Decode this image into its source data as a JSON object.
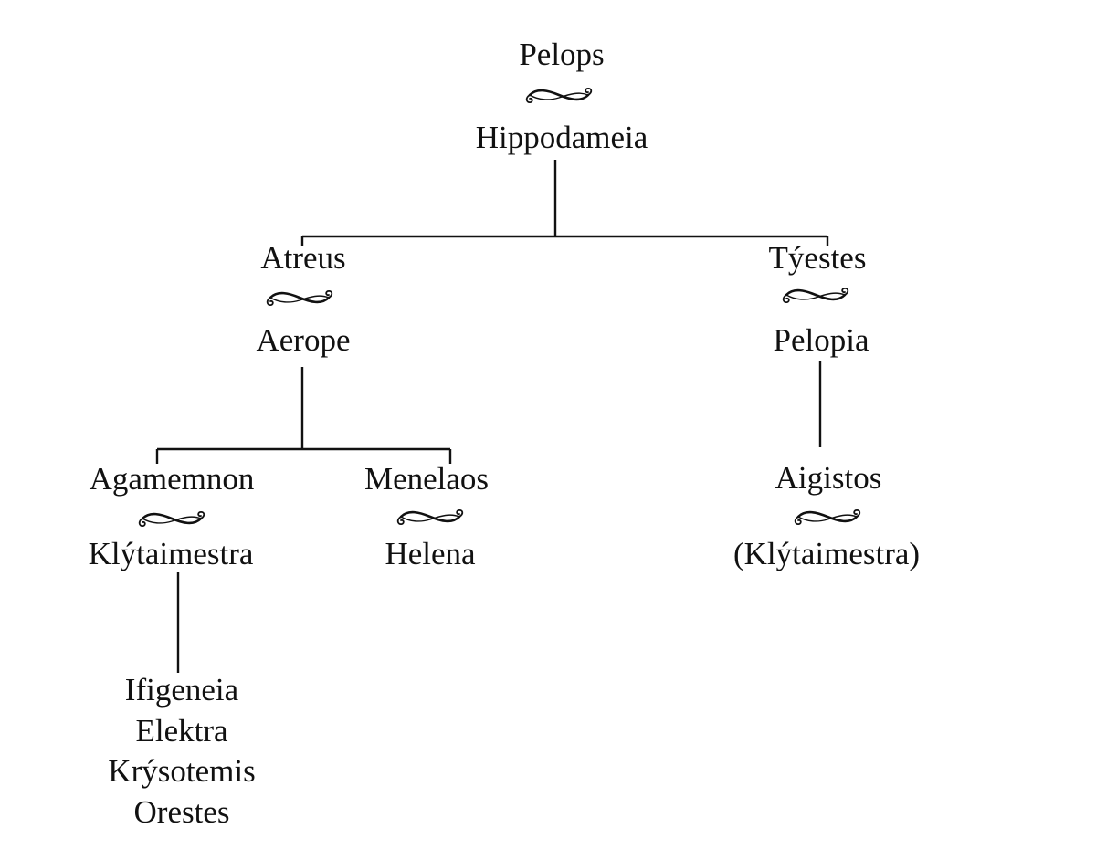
{
  "family_tree": {
    "pelops": "Pelops",
    "hippodameia": "Hippodameia",
    "atreus": "Atreus",
    "aerope": "Aerope",
    "tyestes": "Týestes",
    "pelopia": "Pelopia",
    "agamemnon": "Agamemnon",
    "klytaimestra": "Klýtaimestra",
    "menelaos": "Menelaos",
    "helena": "Helena",
    "aigistos": "Aigistos",
    "klytaimestra_paren": "(Klýtaimestra)",
    "children_of_agamemnon": [
      "Ifigeneia",
      "Elektra",
      "Krýsotemis",
      "Orestes"
    ]
  },
  "marriage_symbol": "marriage-swash-icon",
  "line_color": "#111111",
  "text_color": "#111111"
}
